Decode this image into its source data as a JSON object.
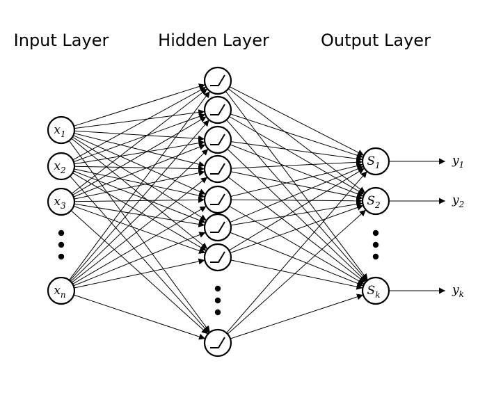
{
  "titles": {
    "input": "Input Layer",
    "hidden": "Hidden Layer",
    "output": "Output Layer"
  },
  "input_nodes": [
    {
      "var": "x",
      "sub": "1"
    },
    {
      "var": "x",
      "sub": "2"
    },
    {
      "var": "x",
      "sub": "3"
    },
    {
      "var": "x",
      "sub": "n"
    }
  ],
  "hidden_nodes": {
    "activation_icon": "relu-icon",
    "count_drawn": 8
  },
  "output_nodes": [
    {
      "var": "S",
      "sub": "1"
    },
    {
      "var": "S",
      "sub": "2"
    },
    {
      "var": "S",
      "sub": "k"
    }
  ],
  "outputs": [
    {
      "var": "y",
      "sub": "1"
    },
    {
      "var": "y",
      "sub": "2"
    },
    {
      "var": "y",
      "sub": "k"
    }
  ],
  "colors": {
    "stroke": "#000000",
    "background": "#ffffff"
  }
}
